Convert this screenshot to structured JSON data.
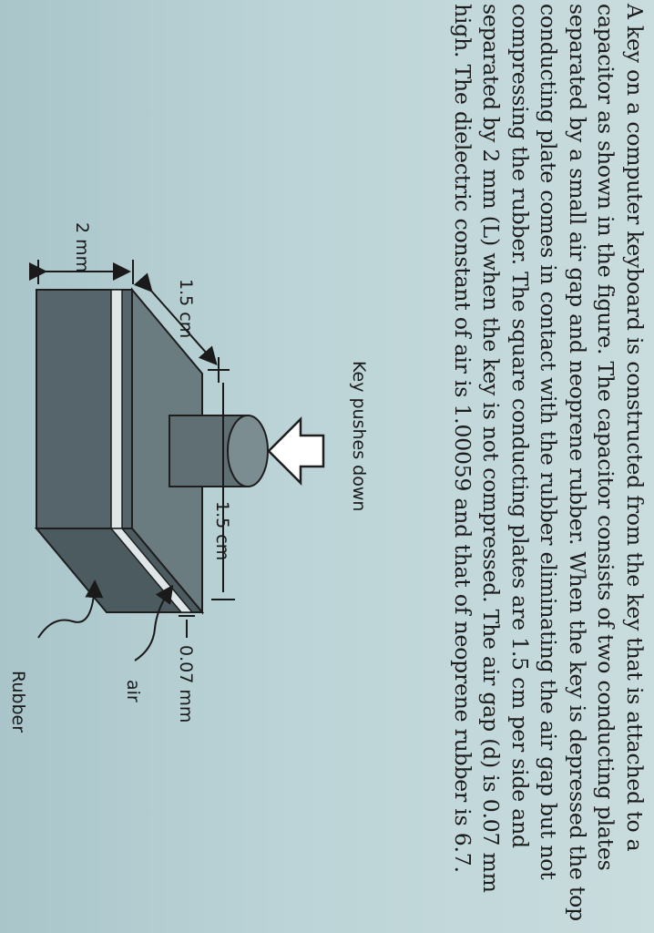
{
  "problem": {
    "text": "A key on a computer keyboard is constructed from the key that is attached to a capacitor as shown in the figure. The capacitor consists of two conducting plates separated by a small air gap and neoprene rubber. When the key is depressed the top conducting plate comes in contact with the rubber eliminating the air gap but not compressing the rubber. The square conducting plates are 1.5 cm per side and separated by 2 mm (L) when the key is not compressed. The air gap (d) is 0.07 mm high. The dielectric constant of air is 1.00059 and that of neoprene rubber is 6.7."
  },
  "figure": {
    "key_label": "Key pushes down",
    "side_label_1": "1.5 cm",
    "side_label_2": "1.5 cm",
    "gap_label": "0.07 mm",
    "air_label": "air",
    "separation_label": "2 mm",
    "rubber_label": "Rubber",
    "colors": {
      "rubber_top": "#6b7c80",
      "rubber_front": "#55656b",
      "plate": "#dfe6e8",
      "key": "#5f6f74"
    }
  }
}
